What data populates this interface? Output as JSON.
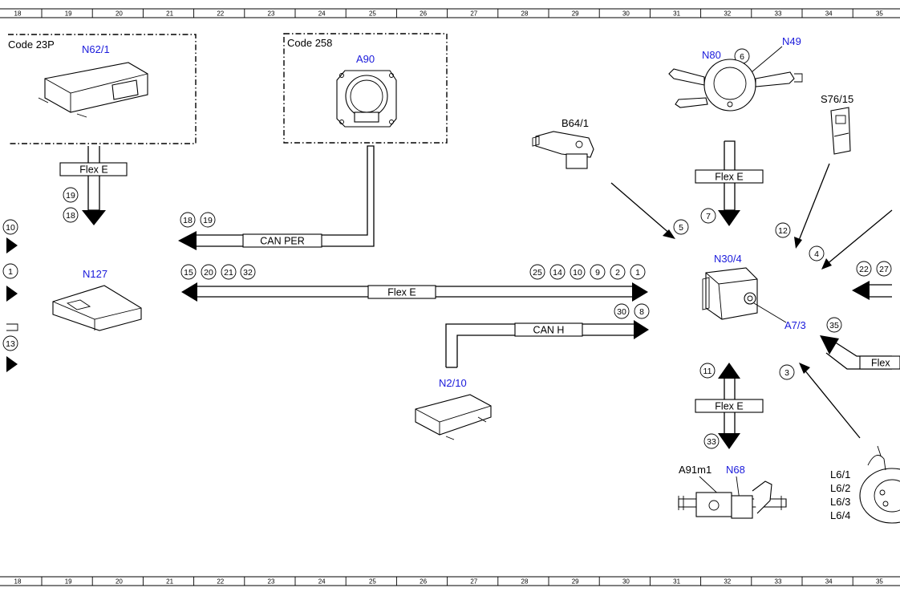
{
  "ruler": {
    "ticks": [
      "18",
      "19",
      "20",
      "21",
      "22",
      "23",
      "24",
      "25",
      "26",
      "27",
      "28",
      "29",
      "30",
      "31",
      "32",
      "33",
      "34",
      "35"
    ]
  },
  "frames": {
    "code_23p": "Code 23P",
    "code_258": "Code 258"
  },
  "components": {
    "n62_1": "N62/1",
    "a90": "A90",
    "n80": "N80",
    "n49": "N49",
    "s76_15": "S76/15",
    "b64_1": "B64/1",
    "n127": "N127",
    "n30_4": "N30/4",
    "a7_3": "A7/3",
    "n2_10": "N2/10",
    "a91m1": "A91m1",
    "n68": "N68",
    "l6": [
      "L6/1",
      "L6/2",
      "L6/3",
      "L6/4"
    ]
  },
  "buses": {
    "flex_e_1": "Flex E",
    "flex_e_2": "Flex E",
    "flex_e_3": "Flex E",
    "flex_e_4": "Flex E",
    "flex_e_5": "Flex",
    "can_per": "CAN PER",
    "can_h": "CAN H"
  },
  "callouts": {
    "c6": "6",
    "c19a": "19",
    "c18a": "18",
    "c18b": "18",
    "c19b": "19",
    "c15": "15",
    "c20": "20",
    "c21": "21",
    "c32": "32",
    "c25": "25",
    "c14": "14",
    "c10": "10",
    "c9": "9",
    "c2": "2",
    "c1": "1",
    "c30": "30",
    "c8": "8",
    "c7": "7",
    "c5": "5",
    "c12": "12",
    "c4": "4",
    "c22": "22",
    "c27": "27",
    "c35": "35",
    "c3": "3",
    "c11": "11",
    "c33": "33",
    "e10": "10",
    "e1": "1",
    "e13": "13"
  },
  "colors": {
    "line": "#000000",
    "component_label": "#1a1adb"
  }
}
